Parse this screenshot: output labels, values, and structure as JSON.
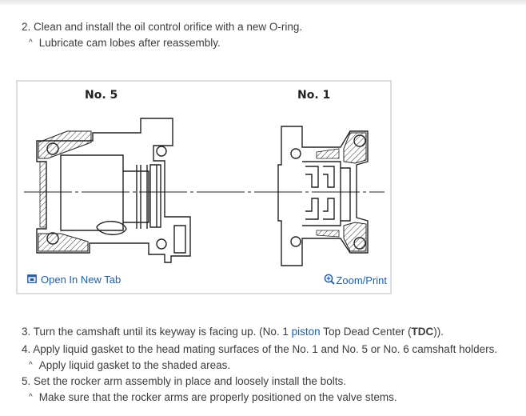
{
  "steps": {
    "s2": {
      "text": "2. Clean and install the oil control orifice with a new O-ring.",
      "note": "Lubricate cam lobes after reassembly."
    },
    "s3": {
      "pre": "3. Turn the camshaft until its keyway is facing up. (No. 1 ",
      "link": "piston",
      "mid": " Top Dead Center (",
      "bold": "TDC",
      "post": "))."
    },
    "s4": {
      "text": "4. Apply liquid gasket to the head mating surfaces of the No. 1 and No. 5 or No. 6 camshaft holders.",
      "note": "Apply liquid gasket to the shaded areas."
    },
    "s5": {
      "text": "5. Set the rocker arm assembly in place and loosely install the bolts.",
      "note": "Make sure that the rocker arms are properly positioned on the valve stems."
    }
  },
  "figure": {
    "label_left": "No. 5",
    "label_right": "No. 1",
    "open_tab": "Open In New Tab",
    "zoom": "Zoom/Print"
  },
  "colors": {
    "link": "#1f5fa8",
    "text": "#3c3c3c",
    "border": "#d9dde2"
  },
  "icons": [
    "open-new-tab-icon",
    "zoom-in-icon",
    "caret-up-icon"
  ]
}
